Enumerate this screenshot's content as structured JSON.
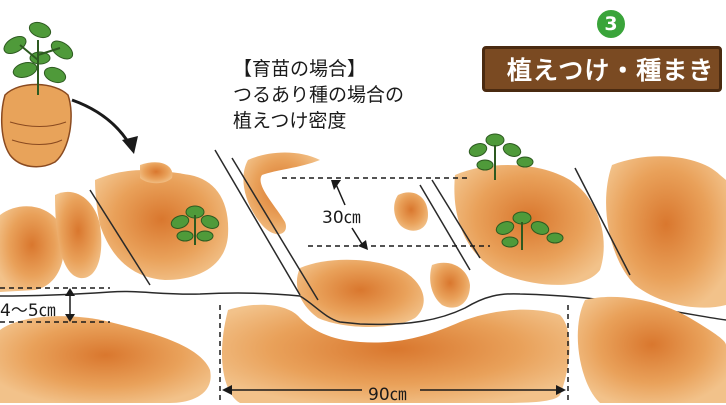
{
  "caption": {
    "line1": "【育苗の場合】",
    "line2": "つるあり種の場合の",
    "line3": "植えつけ密度"
  },
  "sign": {
    "step_number": "3",
    "title": "植えつけ・種まき"
  },
  "dimensions": {
    "height": "4～5㎝",
    "spacing": "30㎝",
    "width": "90㎝"
  },
  "colors": {
    "soil": "#e8a35a",
    "soil_dark": "#c76a2a",
    "leaf": "#4f9a3a",
    "sign_wood": "#7a4a22",
    "badge": "#3aa43a"
  }
}
